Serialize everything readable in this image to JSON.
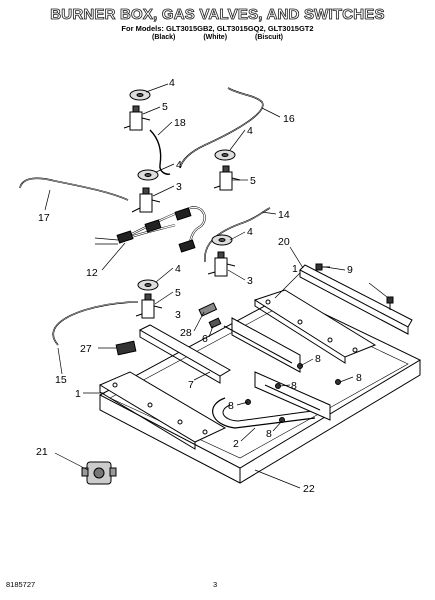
{
  "header": {
    "title": "BURNER BOX, GAS VALVES, AND SWITCHES",
    "models": "For Models: GLT3015GB2, GLT3015GQ2, GLT3015GT2",
    "colors": [
      "(Black)",
      "(White)",
      "(Biscuit)"
    ]
  },
  "callouts": {
    "c1a": "1",
    "c1b": "1",
    "c2": "2",
    "c3a": "3",
    "c3b": "3",
    "c3c": "3",
    "c4a": "4",
    "c4b": "4",
    "c4c": "4",
    "c4d": "4",
    "c5a": "5",
    "c5b": "5",
    "c5c": "5",
    "c6": "6",
    "c7": "7",
    "c8a": "8",
    "c8b": "8",
    "c8c": "8",
    "c8d": "8",
    "c8e": "8",
    "c9": "9",
    "c12": "12",
    "c14": "14",
    "c15": "15",
    "c16": "16",
    "c17": "17",
    "c18": "18",
    "c20": "20",
    "c21": "21",
    "c22": "22",
    "c27": "27",
    "c28": "28"
  },
  "footer": {
    "doc_number": "8185727",
    "page": "3"
  }
}
